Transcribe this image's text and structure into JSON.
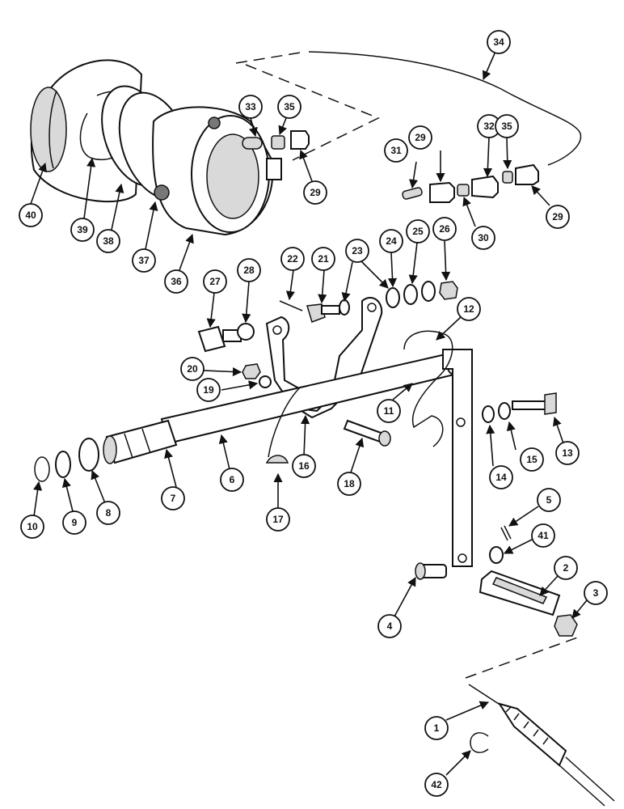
{
  "diagram": {
    "callouts": [
      {
        "id": "c1",
        "label": "1"
      },
      {
        "id": "c2",
        "label": "2"
      },
      {
        "id": "c3",
        "label": "3"
      },
      {
        "id": "c4",
        "label": "4"
      },
      {
        "id": "c5",
        "label": "5"
      },
      {
        "id": "c6",
        "label": "6"
      },
      {
        "id": "c7",
        "label": "7"
      },
      {
        "id": "c8",
        "label": "8"
      },
      {
        "id": "c9",
        "label": "9"
      },
      {
        "id": "c10",
        "label": "10"
      },
      {
        "id": "c11",
        "label": "11"
      },
      {
        "id": "c12",
        "label": "12"
      },
      {
        "id": "c13",
        "label": "13"
      },
      {
        "id": "c14",
        "label": "14"
      },
      {
        "id": "c15",
        "label": "15"
      },
      {
        "id": "c16",
        "label": "16"
      },
      {
        "id": "c17",
        "label": "17"
      },
      {
        "id": "c18",
        "label": "18"
      },
      {
        "id": "c19",
        "label": "19"
      },
      {
        "id": "c20",
        "label": "20"
      },
      {
        "id": "c21",
        "label": "21"
      },
      {
        "id": "c22",
        "label": "22"
      },
      {
        "id": "c23",
        "label": "23"
      },
      {
        "id": "c24",
        "label": "24"
      },
      {
        "id": "c25",
        "label": "25"
      },
      {
        "id": "c26",
        "label": "26"
      },
      {
        "id": "c27",
        "label": "27"
      },
      {
        "id": "c28",
        "label": "28"
      },
      {
        "id": "c29a",
        "label": "29"
      },
      {
        "id": "c29b",
        "label": "29"
      },
      {
        "id": "c29c",
        "label": "29"
      },
      {
        "id": "c30",
        "label": "30"
      },
      {
        "id": "c31",
        "label": "31"
      },
      {
        "id": "c32",
        "label": "32"
      },
      {
        "id": "c33",
        "label": "33"
      },
      {
        "id": "c34",
        "label": "34"
      },
      {
        "id": "c35a",
        "label": "35"
      },
      {
        "id": "c35b",
        "label": "35"
      },
      {
        "id": "c36",
        "label": "36"
      },
      {
        "id": "c37",
        "label": "37"
      },
      {
        "id": "c38",
        "label": "38"
      },
      {
        "id": "c39",
        "label": "39"
      },
      {
        "id": "c40",
        "label": "40"
      },
      {
        "id": "c41",
        "label": "41"
      },
      {
        "id": "c42",
        "label": "42"
      }
    ]
  }
}
